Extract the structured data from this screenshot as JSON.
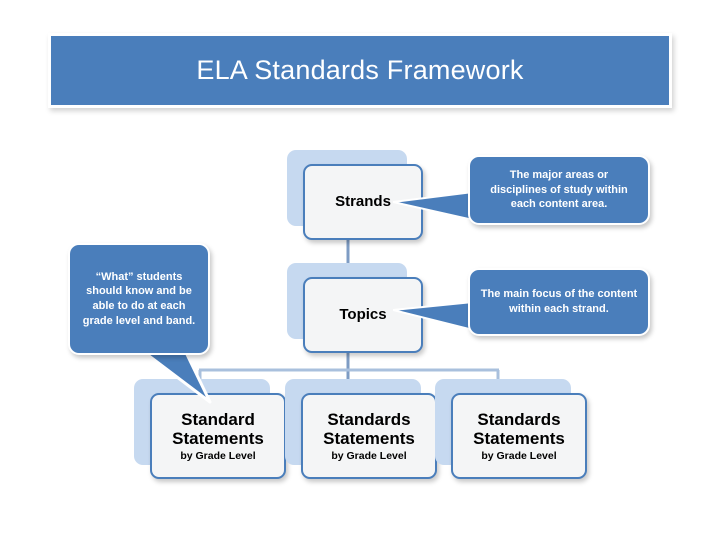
{
  "title": {
    "text": "ELA Standards Framework"
  },
  "colors": {
    "banner_blue": "#4a7ebb",
    "callout_blue": "#4a7ebb",
    "card_shadow_blue": "#c6d9f0",
    "card_fill": "#f4f5f6",
    "card_border": "#4a7ebb",
    "connector_line": "#7e9cc4",
    "text_white": "#ffffff",
    "text_black": "#000000",
    "page_background": "#ffffff"
  },
  "flow": {
    "nodes": [
      {
        "id": "strands",
        "label": "Strands",
        "sublabel": ""
      },
      {
        "id": "topics",
        "label": "Topics",
        "sublabel": ""
      },
      {
        "id": "ss1",
        "label_line1": "Standard",
        "label_line2": "Statements",
        "sublabel": "by Grade Level"
      },
      {
        "id": "ss2",
        "label_line1": "Standards",
        "label_line2": "Statements",
        "sublabel": "by Grade Level"
      },
      {
        "id": "ss3",
        "label_line1": "Standards",
        "label_line2": "Statements",
        "sublabel": "by Grade Level"
      }
    ]
  },
  "callouts": {
    "strands": {
      "text": "The major areas or disciplines of study within each content area.",
      "points_to": "strands"
    },
    "topics": {
      "text": "The main focus of the content within each strand.",
      "points_to": "topics"
    },
    "what": {
      "text": "“What” students should know and be able to do at each grade level and band.",
      "points_to": "ss1"
    }
  }
}
